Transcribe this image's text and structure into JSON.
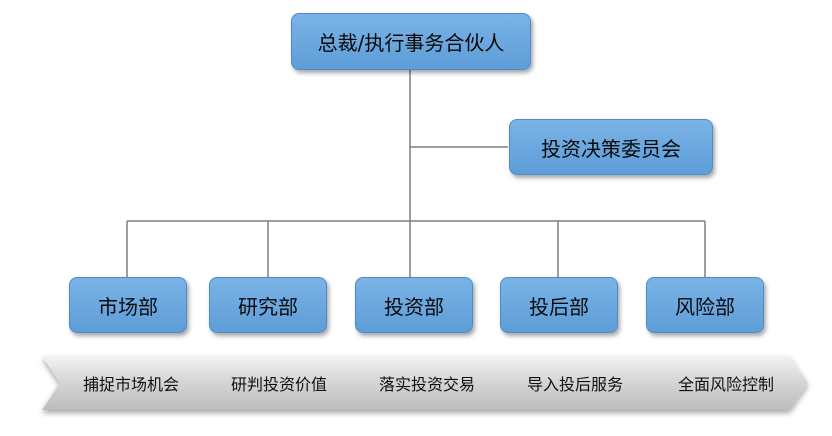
{
  "top": {
    "label": "总裁/执行事务合伙人"
  },
  "committee": {
    "label": "投资决策委员会"
  },
  "departments": [
    {
      "label": "市场部"
    },
    {
      "label": "研究部"
    },
    {
      "label": "投资部"
    },
    {
      "label": "投后部"
    },
    {
      "label": "风险部"
    }
  ],
  "process": [
    {
      "label": "捕捉市场机会"
    },
    {
      "label": "研判投资价值"
    },
    {
      "label": "落实投资交易"
    },
    {
      "label": "导入投后服务"
    },
    {
      "label": "全面风险控制"
    }
  ],
  "colors": {
    "box_fill": "#6aa7e0",
    "connector": "#7f7f7f",
    "chevron": "#dcdcdc"
  }
}
